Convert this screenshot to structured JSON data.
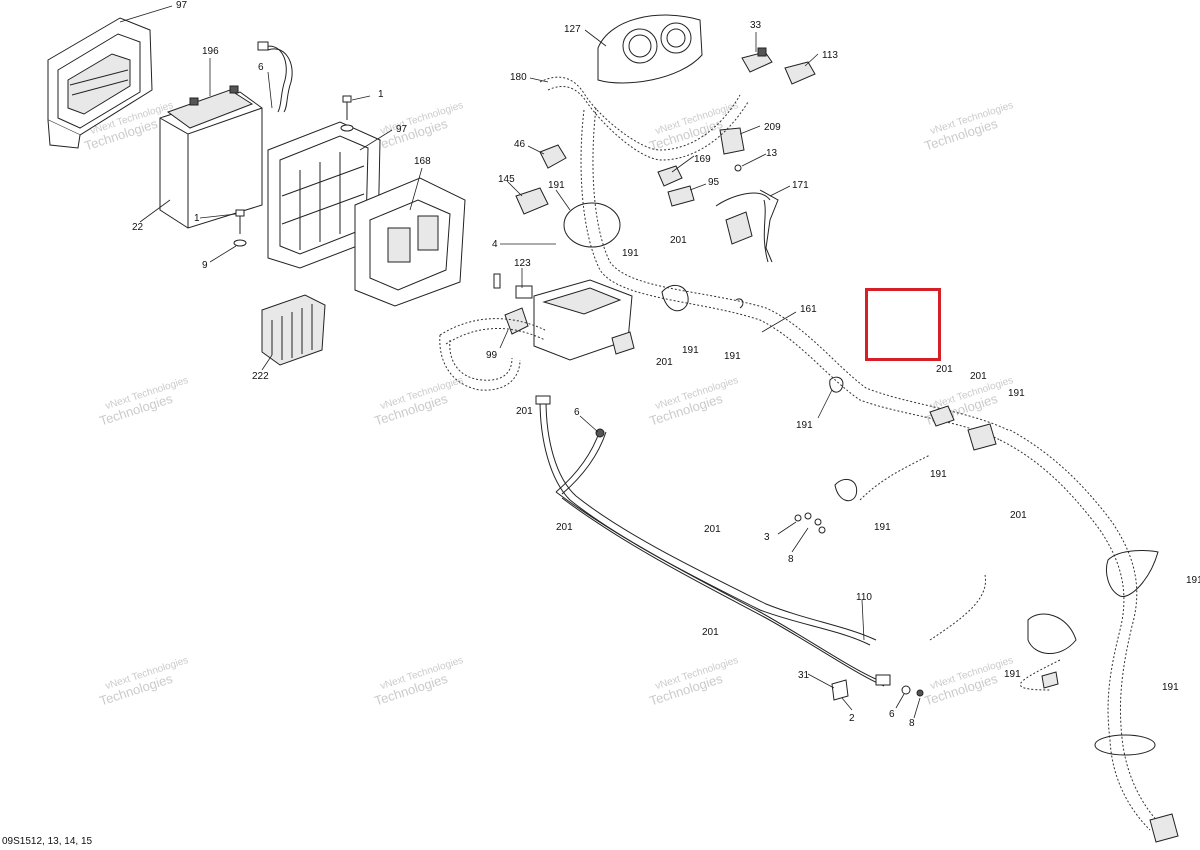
{
  "diagram": {
    "document_id": "09S1512, 13, 14, 15",
    "watermark": {
      "line1": "vNext Technologies",
      "line2": "Technologies"
    },
    "highlight": {
      "color": "#d61f26"
    },
    "callouts": [
      "97",
      "196",
      "6",
      "1",
      "97",
      "22",
      "1",
      "9",
      "168",
      "222",
      "127",
      "33",
      "113",
      "180",
      "209",
      "46",
      "169",
      "13",
      "145",
      "191",
      "95",
      "171",
      "201",
      "191",
      "4",
      "123",
      "99",
      "201",
      "191",
      "191",
      "161",
      "201",
      "201",
      "201",
      "191",
      "6",
      "191",
      "191",
      "201",
      "3",
      "8",
      "191",
      "201",
      "201",
      "201",
      "191",
      "110",
      "31",
      "2",
      "6",
      "8",
      "191",
      "191"
    ]
  }
}
